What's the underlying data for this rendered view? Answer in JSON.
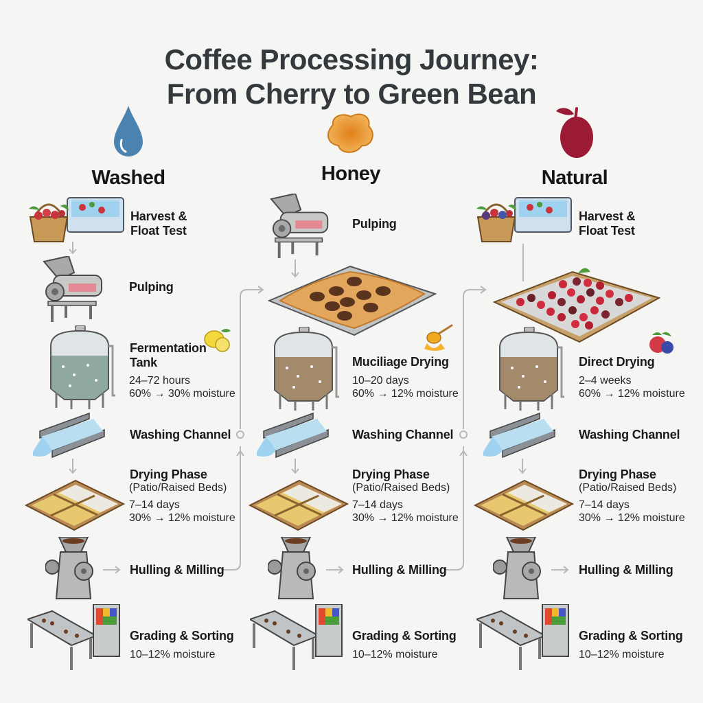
{
  "title": {
    "line1": "Coffee Processing Journey:",
    "line2": "From Cherry to Green Bean"
  },
  "columns": [
    {
      "name": "Washed",
      "icon": "water-drop-icon",
      "color": "#4a82b0",
      "steps": [
        {
          "title": "Harvest &",
          "title2": "Float Test"
        },
        {
          "title": "Pulping"
        },
        {
          "title": "Fermentation",
          "title2": "Tank",
          "detail1": "24–72 hours",
          "detail2": "60% → 30% moisture",
          "accent_icon": "lemon-icon"
        },
        {
          "title": "Washing Channel"
        },
        {
          "title": "Drying Phase",
          "subtitle": "(Patio/Raised Beds)",
          "detail1": "7–14 days",
          "detail2": "30% → 12% moisture"
        },
        {
          "title": "Hulling & Milling"
        },
        {
          "title": "Grading & Sorting",
          "detail1": "10–12% moisture"
        }
      ]
    },
    {
      "name": "Honey",
      "icon": "honey-blob-icon",
      "color": "#e08a22",
      "steps": [
        {
          "title": "Pulping"
        },
        {
          "title": "Muciliage Drying",
          "detail1": "10–20 days",
          "detail2": "60% → 12% moisture",
          "accent_icon": "honey-dipper-icon"
        },
        {
          "title": "Washing Channel"
        },
        {
          "title": "Drying Phase",
          "subtitle": "(Patio/Raised Beds)",
          "detail1": "7–14 days",
          "detail2": "30% → 12% moisture"
        },
        {
          "title": "Hulling & Milling"
        },
        {
          "title": "Grading & Sorting",
          "detail1": "10–12% moisture"
        }
      ]
    },
    {
      "name": "Natural",
      "icon": "cherry-fruit-icon",
      "color": "#9b1b34",
      "steps": [
        {
          "title": "Harvest &",
          "title2": "Float Test"
        },
        {
          "title": "Direct Drying",
          "detail1": "2–4 weeks",
          "detail2": "60% → 12% moisture",
          "accent_icon": "berries-icon"
        },
        {
          "title": "Washing Channel"
        },
        {
          "title": "Drying Phase",
          "subtitle": "(Patio/Raised Beds)",
          "detail1": "7–14 days",
          "detail2": "30% → 12% moisture"
        },
        {
          "title": "Hulling & Milling"
        },
        {
          "title": "Grading & Sorting",
          "detail1": "10–12% moisture"
        }
      ]
    }
  ]
}
